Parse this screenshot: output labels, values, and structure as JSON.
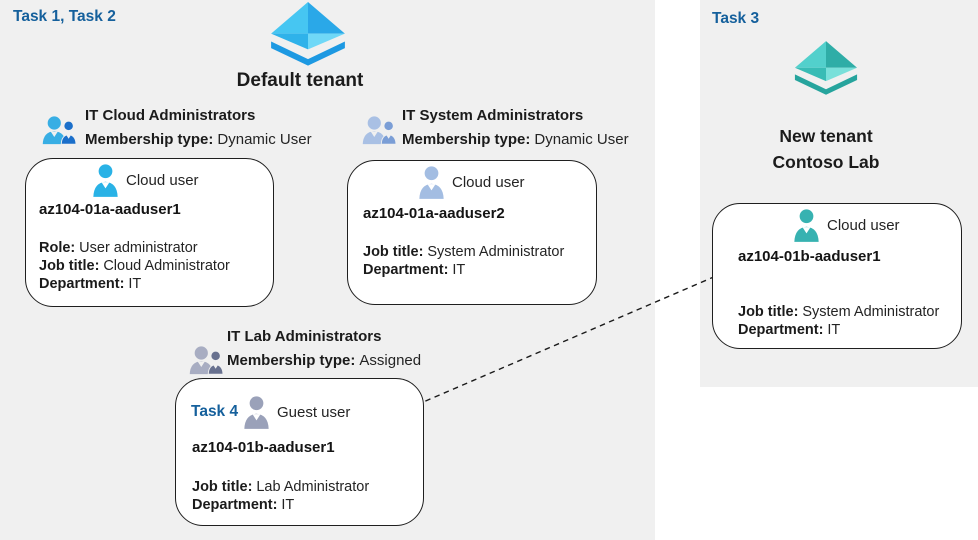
{
  "colors": {
    "task_accent": "#15609c",
    "panel_background": "#f0f0f0",
    "azure_ad_blue": "#2aa8e8",
    "azure_ad_teal": "#2fada7"
  },
  "labels": {
    "task_1_2": "Task 1, Task 2",
    "task_3": "Task 3",
    "task_4": "Task 4"
  },
  "tenants": {
    "default_tenant": {
      "title": "Default tenant"
    },
    "new_tenant": {
      "title_line1": "New tenant",
      "title_line2": "Contoso Lab"
    }
  },
  "groups": [
    {
      "name": "IT Cloud Administrators",
      "membership_label": "Membership type:",
      "membership_value": "Dynamic User"
    },
    {
      "name": "IT System Administrators",
      "membership_label": "Membership type:",
      "membership_value": "Dynamic User"
    },
    {
      "name": "IT Lab Administrators",
      "membership_label": "Membership type:",
      "membership_value": "Assigned"
    }
  ],
  "users": [
    {
      "type_label": "Cloud user",
      "name": "az104-01a-aaduser1",
      "fields": [
        {
          "label": "Role:",
          "value": "User administrator"
        },
        {
          "label": "Job title:",
          "value": "Cloud Administrator"
        },
        {
          "label": "Department:",
          "value": "IT"
        }
      ]
    },
    {
      "type_label": "Cloud user",
      "name": "az104-01a-aaduser2",
      "fields": [
        {
          "label": "Job title:",
          "value": "System Administrator"
        },
        {
          "label": "Department:",
          "value": "IT"
        }
      ]
    },
    {
      "task_label": "Task 4",
      "type_label": "Guest user",
      "name": "az104-01b-aaduser1",
      "fields": [
        {
          "label": "Job title:",
          "value": "Lab Administrator"
        },
        {
          "label": "Department:",
          "value": "IT"
        }
      ]
    },
    {
      "type_label": "Cloud user",
      "name": "az104-01b-aaduser1",
      "fields": [
        {
          "label": "Job title:",
          "value": "System Administrator"
        },
        {
          "label": "Department:",
          "value": "IT"
        }
      ]
    }
  ]
}
